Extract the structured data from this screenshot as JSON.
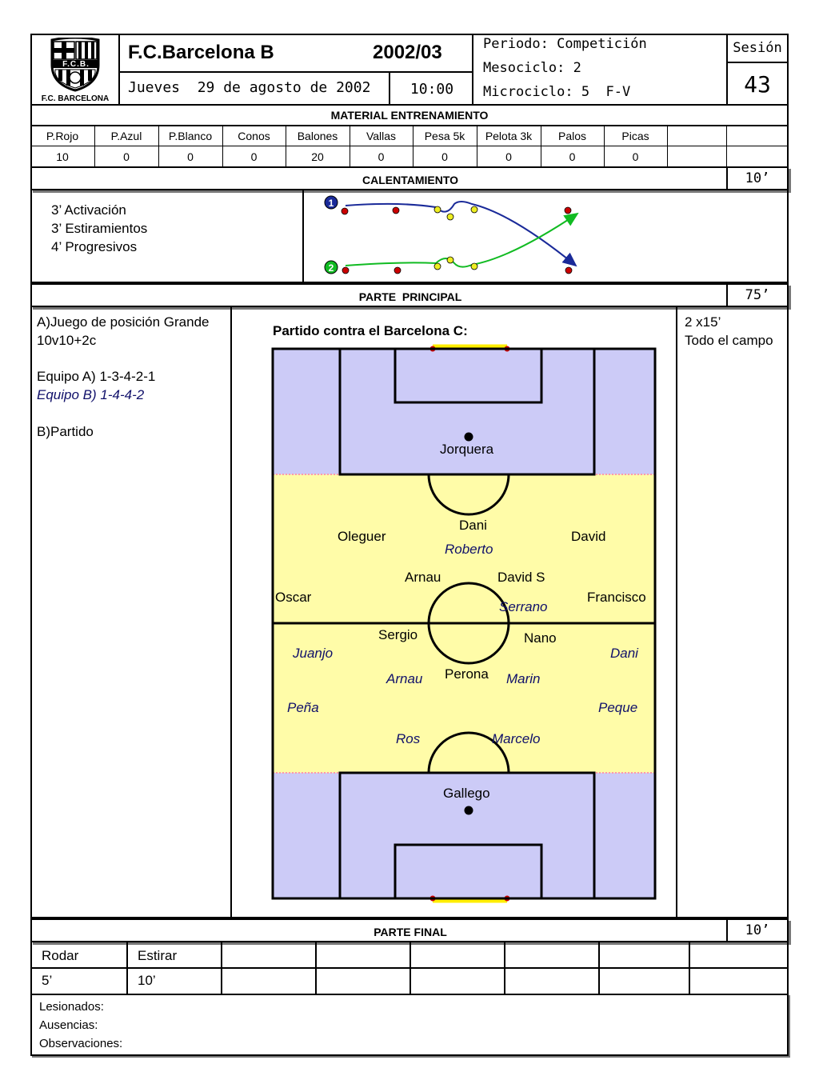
{
  "header": {
    "club_logo_caption": "F.C. BARCELONA",
    "logo_letters": "F.C.B.",
    "team": "F.C.Barcelona B",
    "season": "2002/03",
    "date": "Jueves  29 de agosto de 2002",
    "time": "10:00",
    "periodo": "Periodo: Competición",
    "mesociclo": "Mesociclo: 2",
    "microciclo": "Microciclo: 5  F-V",
    "sesion_label": "Sesión",
    "sesion_number": "43"
  },
  "material": {
    "title": "MATERIAL ENTRENAMIENTO",
    "columns": [
      "P.Rojo",
      "P.Azul",
      "P.Blanco",
      "Conos",
      "Balones",
      "Vallas",
      "Pesa 5k",
      "Pelota 3k",
      "Palos",
      "Picas",
      "",
      ""
    ],
    "values": [
      "10",
      "0",
      "0",
      "0",
      "20",
      "0",
      "0",
      "0",
      "0",
      "0",
      "",
      ""
    ]
  },
  "calentamiento": {
    "title": "CALENTAMIENTO",
    "duration": "10’",
    "lines": [
      "3’ Activación",
      "3’ Estiramientos",
      "4’ Progresivos"
    ],
    "group1": "1",
    "group2": "2",
    "colors": {
      "player": "#cc0000",
      "cone": "#eeee22",
      "path1": "#1a2a99",
      "path2": "#11bb22"
    }
  },
  "principal": {
    "title": "PARTE  PRINCIPAL",
    "duration": "75’",
    "left_lines": [
      "A)Juego de posición Grande",
      "10v10+2c",
      "",
      "Equipo A) 1-3-4-2-1",
      "Equipo B) 1-4-4-2",
      "",
      "B)Partido"
    ],
    "right_lines": [
      "2 x15’",
      "Todo el campo"
    ],
    "field_title": "Partido contra el Barcelona C:",
    "team_a_players": [
      "Jorquera",
      "Dani",
      "Oleguer",
      "David",
      "Arnau",
      "David S",
      "Oscar",
      "Francisco",
      "Sergio",
      "Nano",
      "Perona",
      "Gallego"
    ],
    "team_b_players": [
      "Roberto",
      "Serrano",
      "Juanjo",
      "Dani",
      "Arnau",
      "Marin",
      "Peña",
      "Peque",
      "Ros",
      "Marcelo"
    ],
    "colors": {
      "penalty_zone": "#cccbf7",
      "mid_zone": "#fffca8",
      "team_b_text": "#10106a"
    }
  },
  "final": {
    "title": "PARTE FINAL",
    "duration": "10’",
    "headers": [
      "Rodar",
      "Estirar",
      "",
      "",
      "",
      "",
      "",
      ""
    ],
    "values": [
      "5’",
      "10’",
      "",
      "",
      "",
      "",
      "",
      ""
    ]
  },
  "notes": {
    "lesionados": "Lesionados:",
    "ausencias": "Ausencias:",
    "observaciones": "Observaciones:"
  }
}
